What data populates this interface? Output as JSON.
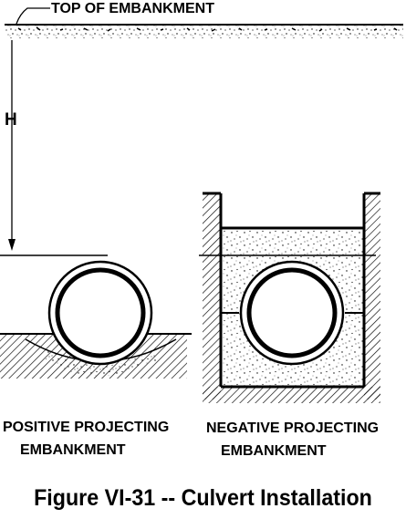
{
  "diagram": {
    "top_label": "TOP OF EMBANKMENT",
    "height_label": "H",
    "left": {
      "line1": "POSITIVE PROJECTING",
      "line2": "EMBANKMENT"
    },
    "right": {
      "line1": "NEGATIVE PROJECTING",
      "line2": "EMBANKMENT"
    },
    "caption": "Figure VI-31 -- Culvert Installation"
  },
  "colors": {
    "ink": "#000000",
    "paper": "#ffffff"
  }
}
